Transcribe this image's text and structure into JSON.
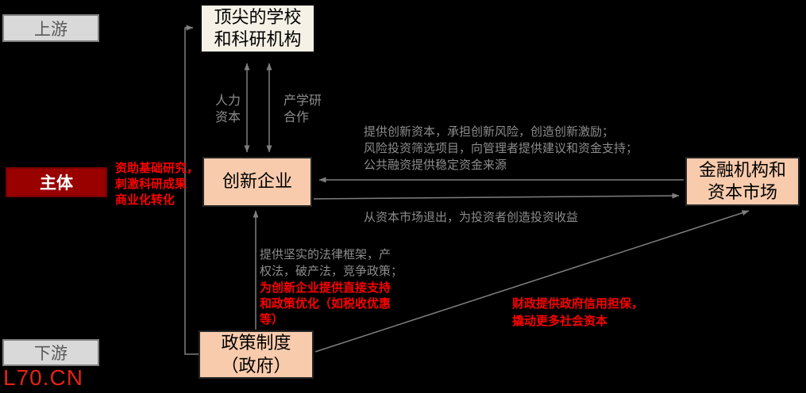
{
  "diagram": {
    "title_context": "innovation-ecosystem-flowchart",
    "stage_labels": {
      "upstream": "上游",
      "subject": "主体",
      "downstream": "下游"
    },
    "watermark": "L70.CN",
    "nodes": {
      "school": {
        "lines": [
          "顶尖的学校",
          "和科研机构"
        ]
      },
      "enterprise": {
        "lines": [
          "创新企业"
        ]
      },
      "finance": {
        "lines": [
          "金融机构和",
          "资本市场"
        ]
      },
      "policy": {
        "lines": [
          "政策制度",
          "（政府）"
        ]
      }
    },
    "annotations": {
      "funding_research": {
        "lines": [
          "资助基础研究，",
          "刺激科研成果",
          "商业化转化"
        ],
        "color": "#ff0000"
      },
      "human_capital": {
        "lines": [
          "人力",
          "资本"
        ],
        "color": "#8c8c8c"
      },
      "industry_academia": {
        "lines": [
          "产学研",
          "合作"
        ],
        "color": "#8c8c8c"
      },
      "capital_supply": {
        "lines": [
          "提供创新资本，承担创新风险，创造创新激励；",
          "风险投资筛选项目，向管理者提供建议和资金支持；",
          "公共融资提供稳定资金来源"
        ],
        "color": "#8c8c8c"
      },
      "market_exit": {
        "lines": [
          "从资本市场退出，为投资者创造投资收益"
        ],
        "color": "#8c8c8c"
      },
      "legal_framework": {
        "lines": [
          "提供坚实的法律框架，产",
          "权法，破产法，竞争政策；"
        ],
        "color": "#8c8c8c"
      },
      "direct_support": {
        "lines": [
          "为创新企业提供直接支持",
          "和政策优化（如税收优惠",
          "等）"
        ],
        "color": "#ff0000"
      },
      "credit_guarantee": {
        "lines": [
          "财政提供政府信用担保，",
          "撬动更多社会资本"
        ],
        "color": "#ff0000"
      }
    },
    "colors": {
      "background": "#000000",
      "node_fill_peach": "#f8cbad",
      "node_fill_cream": "#f5f1e6",
      "stage_fill_gray": "#d9d9d9",
      "stage_text_gray": "#595959",
      "subject_fill_red": "#990000",
      "annotation_gray": "#8c8c8c",
      "annotation_red": "#ff0000",
      "connector_gray": "#7f7f7f",
      "watermark_red": "#e42313"
    }
  }
}
